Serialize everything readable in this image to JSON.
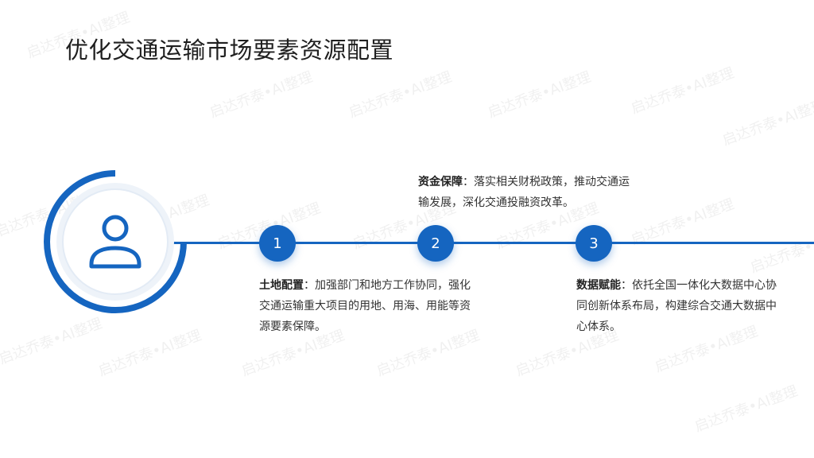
{
  "title": "优化交通运输市场要素资源配置",
  "watermark": "启达乔泰•AI整理",
  "icons": {
    "avatar": "user-icon"
  },
  "colors": {
    "accent": "#1565c0",
    "ring_light": "#eef3f9"
  },
  "steps": [
    {
      "number": "1",
      "label": "土地配置",
      "sep": "：",
      "text": "加强部门和地方工作协同，强化交通运输重大项目的用地、用海、用能等资源要素保障。"
    },
    {
      "number": "2",
      "label": "资金保障",
      "sep": "：",
      "text": "落实相关财税政策，推动交通运输发展，深化交通投融资改革。"
    },
    {
      "number": "3",
      "label": "数据赋能",
      "sep": "：",
      "text": "依托全国一体化大数据中心协同创新体系布局，构建综合交通大数据中心体系。"
    }
  ]
}
